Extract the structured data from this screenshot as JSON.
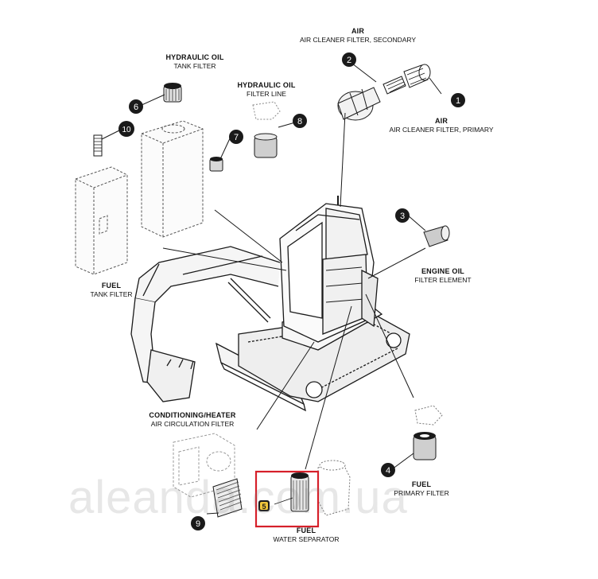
{
  "labels": {
    "air_secondary": {
      "title": "AIR",
      "sub": "AIR CLEANER FILTER, SECONDARY"
    },
    "air_primary": {
      "title": "AIR",
      "sub": "AIR CLEANER FILTER, PRIMARY"
    },
    "hydraulic_tank": {
      "title": "HYDRAULIC OIL",
      "sub": "TANK FILTER"
    },
    "hydraulic_line": {
      "title": "HYDRAULIC OIL",
      "sub": "FILTER LINE"
    },
    "fuel_tank": {
      "title": "FUEL",
      "sub": "TANK FILTER"
    },
    "engine_oil": {
      "title": "ENGINE OIL",
      "sub": "FILTER ELEMENT"
    },
    "conditioning": {
      "title": "CONDITIONING/HEATER",
      "sub": "AIR CIRCULATION FILTER"
    },
    "fuel_primary": {
      "title": "FUEL",
      "sub": "PRIMARY FILTER"
    },
    "water_separator": {
      "title": "FUEL",
      "sub": "WATER SEPARATOR"
    }
  },
  "callouts": {
    "c1": "1",
    "c2": "2",
    "c3": "3",
    "c4": "4",
    "c5": "5",
    "c6": "6",
    "c7": "7",
    "c8": "8",
    "c9": "9",
    "c10": "10"
  },
  "watermark": "aleanda.com.ua",
  "colors": {
    "highlight": "#d6202a",
    "line": "#1a1a1a",
    "dashed": "#555555",
    "callout_fill": "#1a1a1a"
  }
}
